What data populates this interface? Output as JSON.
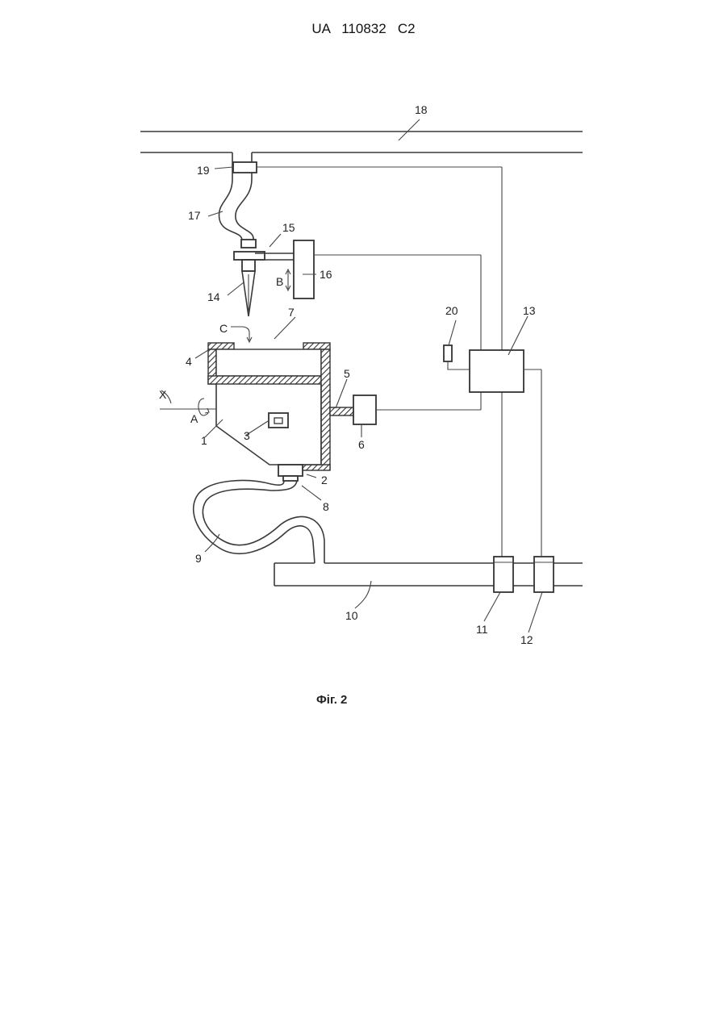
{
  "header": {
    "doc_number": "UA   110832   C2"
  },
  "figure": {
    "caption": "Фіг. 2",
    "labels": {
      "l1": "1",
      "l2": "2",
      "l3": "3",
      "l4": "4",
      "l5": "5",
      "l6": "6",
      "l7": "7",
      "l8": "8",
      "l9": "9",
      "l10": "10",
      "l11": "11",
      "l12": "12",
      "l13": "13",
      "l14": "14",
      "l15": "15",
      "l16": "16",
      "l17": "17",
      "l18": "18",
      "l19": "19",
      "l20": "20",
      "lA": "A",
      "lB": "B",
      "lC": "C",
      "lX": "X"
    }
  }
}
